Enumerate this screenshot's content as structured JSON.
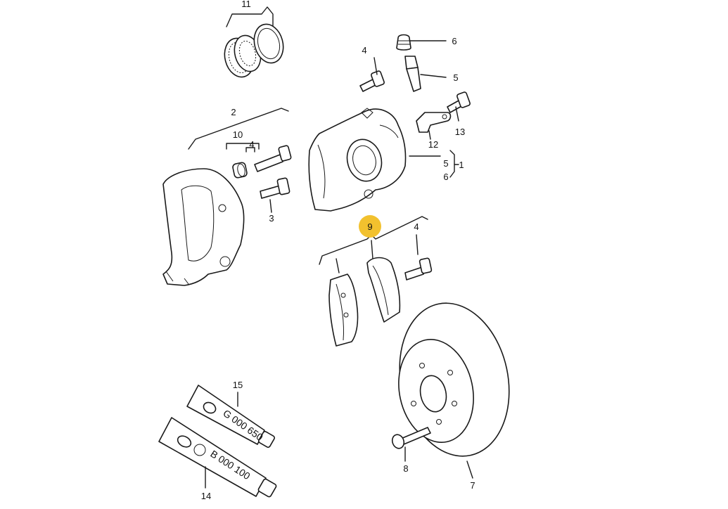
{
  "callouts": {
    "c1": "1",
    "c2": "2",
    "c3": "3",
    "c4a": "4",
    "c4b": "4",
    "c4c": "4",
    "c5a": "5",
    "c5b": "5",
    "c6a": "6",
    "c6b": "6",
    "c7": "7",
    "c8": "8",
    "c9": "9",
    "c10": "10",
    "c11": "11",
    "c12": "12",
    "c13": "13",
    "c14": "14",
    "c15": "15"
  },
  "tubes": {
    "upper_code": "G 000 650",
    "lower_code": "B 000 100"
  },
  "highlight": {
    "color": "#F2C12E",
    "callout": "9"
  },
  "colors": {
    "line": "#1a1a1a",
    "background": "#ffffff"
  }
}
